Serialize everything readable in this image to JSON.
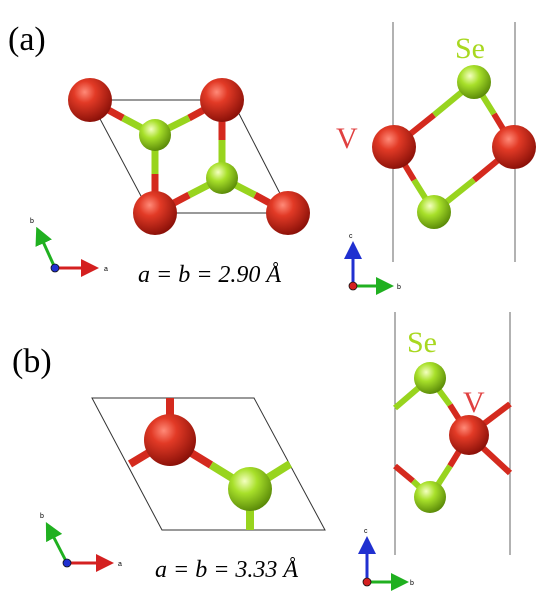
{
  "panel_a": {
    "label": "(a)",
    "lattice_text": "a = b = 2.90 Å",
    "side_label_se": "Se",
    "side_label_v": "V",
    "axes_top": {
      "x": "a",
      "y": "b"
    },
    "axes_side": {
      "x": "b",
      "y": "c"
    }
  },
  "panel_b": {
    "label": "(b)",
    "lattice_text": "a = b = 3.33 Å",
    "side_label_se": "Se",
    "side_label_v": "V",
    "axes_top": {
      "x": "a",
      "y": "b"
    },
    "axes_side": {
      "x": "b",
      "y": "c"
    }
  },
  "colors": {
    "vanadium": "#d42a1e",
    "selenium": "#98d41e",
    "v_label": "#e04040",
    "se_label": "#a8d820",
    "axis_a": "#d42020",
    "axis_b": "#20b020",
    "axis_c": "#2030d0"
  }
}
